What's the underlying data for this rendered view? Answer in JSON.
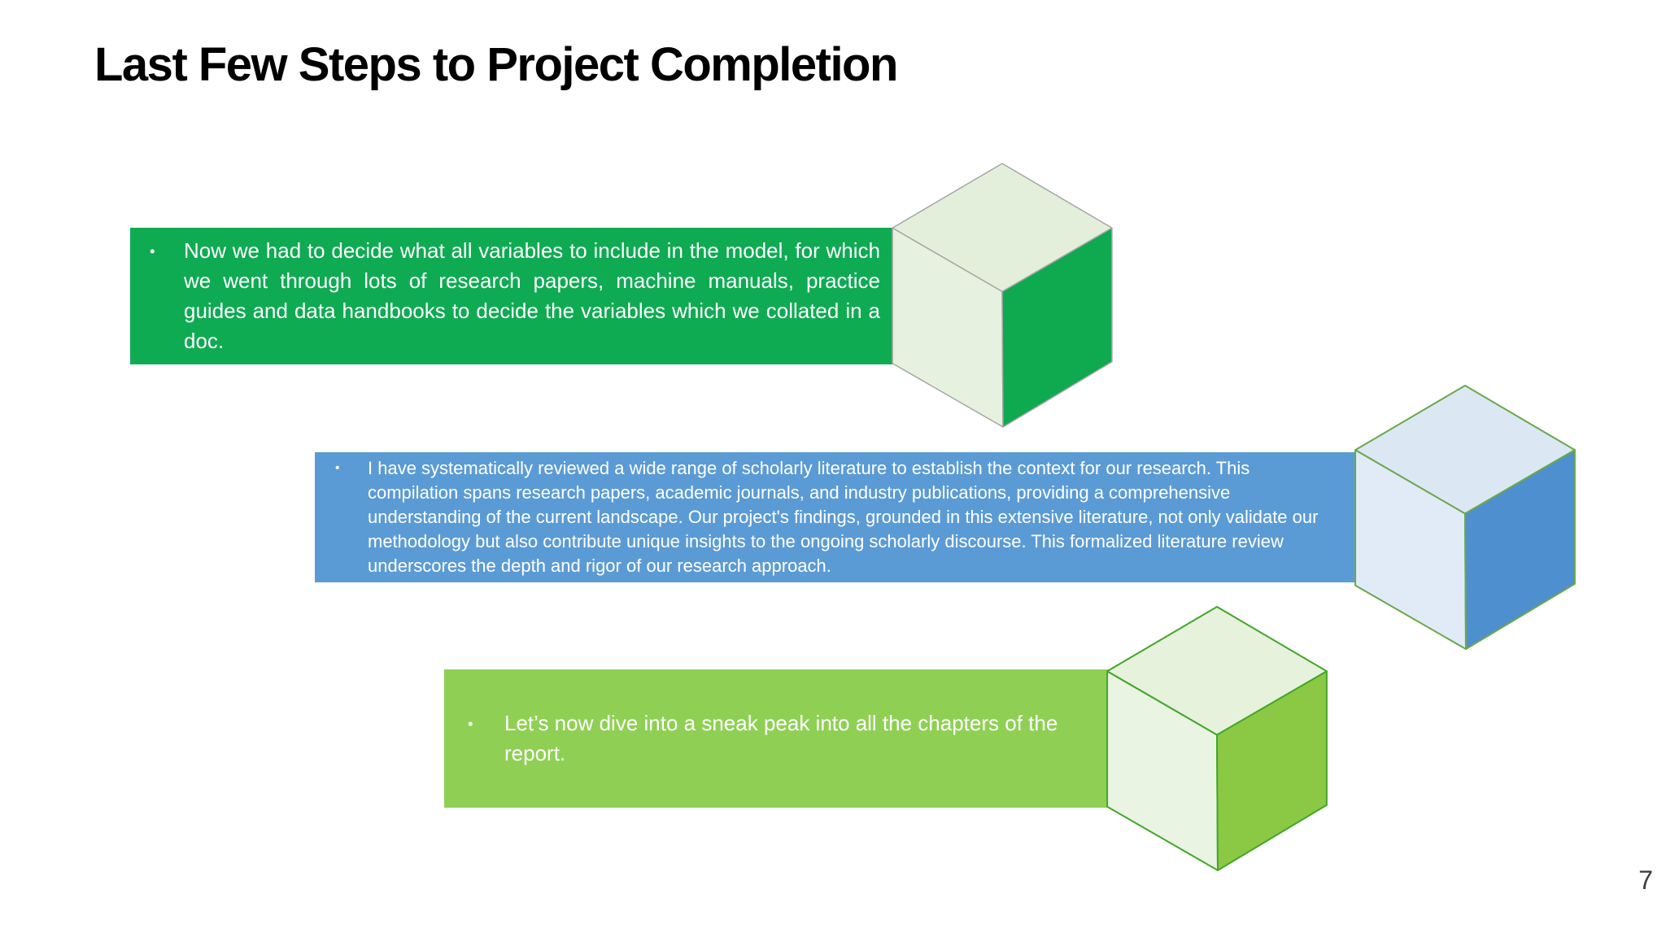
{
  "slide": {
    "title": "Last Few Steps to Project Completion",
    "page_number": "7",
    "background_color": "#FFFFFF"
  },
  "boxes": [
    {
      "id": "variables-decision",
      "bullet": "•",
      "text": "Now we had to decide what all variables to include in the model, for which we went through lots of research papers, machine manuals, practice guides and data handbooks to decide the variables which we collated in a doc.",
      "bg_color": "#0EAB52",
      "text_color": "#FFFFFF"
    },
    {
      "id": "literature-review",
      "bullet": "•",
      "text": "I have systematically reviewed a wide range of scholarly literature to establish the context for our research. This compilation spans research papers, academic journals, and industry publications, providing a comprehensive understanding of the current landscape. Our project's findings, grounded in this extensive literature, not only validate our methodology but also contribute unique insights to the ongoing scholarly discourse. This formalized literature review underscores the depth and rigor of our research approach.",
      "bg_color": "#5B9BD5",
      "text_color": "#FFFFFF"
    },
    {
      "id": "sneak-peek",
      "bullet": "•",
      "text": "Let’s now dive into a sneak peak into all the chapters of the report.",
      "bg_color": "#8FD054",
      "text_color": "#FFFFFF"
    }
  ],
  "cubes": [
    {
      "id": "cube-green",
      "top": "#E3EFDB",
      "left": "#E7F1DF",
      "right": "#0FA950",
      "edge": "#A6A6A6"
    },
    {
      "id": "cube-blue",
      "top": "#DBE8F4",
      "left": "#E0EBF7",
      "right": "#4E8FD0",
      "edge": "#6BA84B"
    },
    {
      "id": "cube-light-green",
      "top": "#E7F2DD",
      "left": "#EAF4E2",
      "right": "#8BC944",
      "edge": "#44A62B"
    }
  ]
}
